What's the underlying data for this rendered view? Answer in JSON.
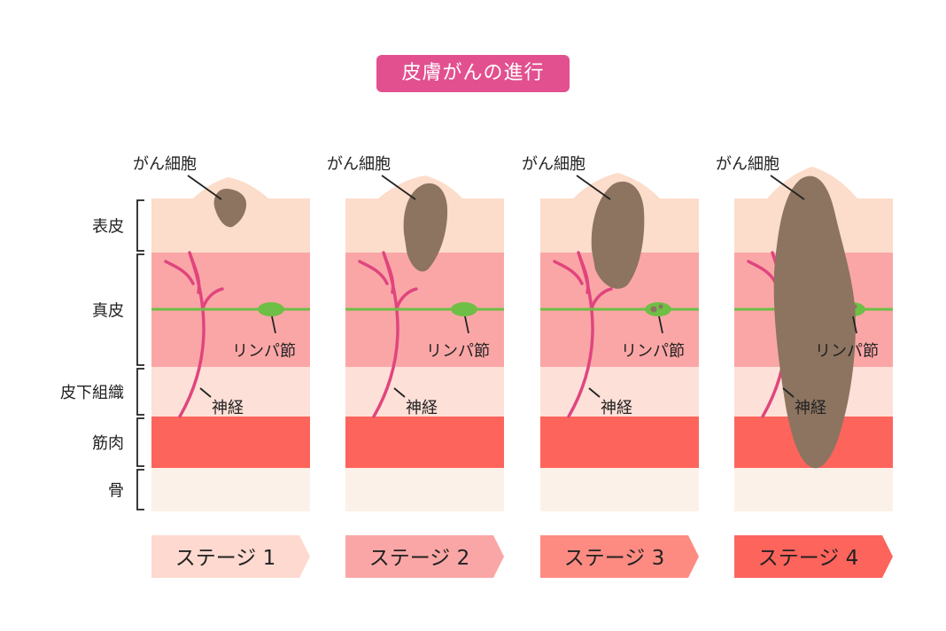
{
  "title": "皮膚がんの進行",
  "layers": [
    {
      "label": "表皮",
      "color": "#fcdcca"
    },
    {
      "label": "真皮",
      "color": "#fba6a6"
    },
    {
      "label": "皮下組織",
      "color": "#fde0d7"
    },
    {
      "label": "筋肉",
      "color": "#fd645c"
    },
    {
      "label": "骨",
      "color": "#fcf1e8"
    }
  ],
  "colors": {
    "tumor": "#8c7460",
    "nerve": "#e0457e",
    "lymph": "#6dbf45",
    "title_bg": "#e2508f"
  },
  "labels": {
    "cancer_cell": "がん細胞",
    "lymph_node": "リンパ節",
    "nerve": "神経"
  },
  "stages": [
    {
      "label": "ステージ 1",
      "color": "#fdd9cf"
    },
    {
      "label": "ステージ 2",
      "color": "#fba6a6"
    },
    {
      "label": "ステージ 3",
      "color": "#fd8b82"
    },
    {
      "label": "ステージ 4",
      "color": "#fd645c"
    }
  ]
}
